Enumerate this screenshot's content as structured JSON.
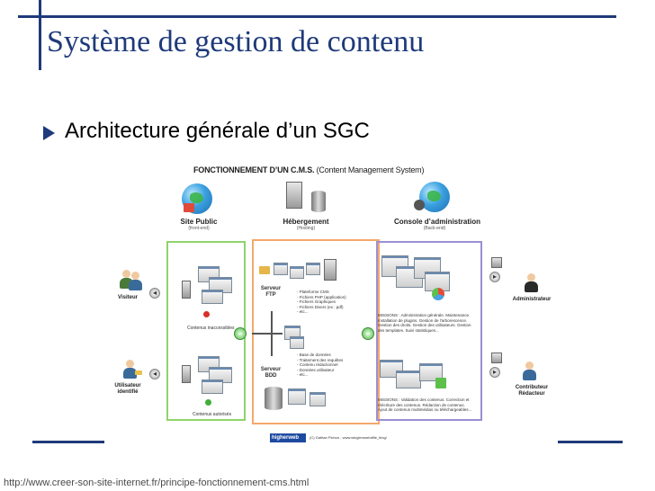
{
  "slide": {
    "title": "Système de gestion de contenu",
    "bullet": "Architecture générale d’un SGC",
    "url": "http://www.creer-son-site-internet.fr/principe-fonctionnement-cms.html"
  },
  "diagram": {
    "title_bold": "FONCTIONNEMENT D’UN C.M.S.",
    "title_light": "(Content Management System)",
    "columns": {
      "public": {
        "label": "Site Public",
        "sub": "(front-end)"
      },
      "hosting": {
        "label": "Hébergement",
        "sub": "(Hosting)"
      },
      "admin": {
        "label": "Console d’administration",
        "sub": "(Back-end)"
      }
    },
    "actors": {
      "visiteur": "Visiteur",
      "utilisateur_1": "Utilisateur",
      "utilisateur_2": "identifié",
      "administrateur": "Administrateur",
      "contributeur_1": "Contributeur",
      "contributeur_2": "Rédacteur"
    },
    "public_notes": {
      "inaccessible": "Contenus inaccessibles",
      "autorises": "Contenus autorisés"
    },
    "ftp": {
      "label_1": "Serveur",
      "label_2": "FTP",
      "items": [
        "- Plateforme CMS",
        "- Fichiers PHP (application)",
        "- Fichiers Graphiques",
        "- Fichiers Divers (ex : pdf)",
        "- etc..."
      ]
    },
    "bdd": {
      "label_1": "Serveur",
      "label_2": "BDD",
      "items": [
        "- Base de données",
        "- Traitement des requêtes",
        "- Contenu rédactionnel",
        "- Données utilisateur",
        "- etc..."
      ]
    },
    "missions_admin": [
      "MISSIONS : Administration générale. Maintenance.",
      "Installation de plugins. Gestion de l'arborescence.",
      "Gestion des droits. Gestion des utilisateurs. Gestion",
      "des templates. Suivi statistiques..."
    ],
    "missions_contrib": [
      "MISSIONS : Validation des contenus. Correction et",
      "réécriture des contenus. Rédaction de contenus.",
      "Ajout de contenus multimédias ou téléchargeables..."
    ],
    "logo": "higherweb",
    "credit": "(C) Gaëtan Pichon - www.winglemoebdfile_blog/",
    "colors": {
      "frame": "#1f3a7a",
      "public": "#8ed46a",
      "hosting": "#f6a86b",
      "admin": "#9c8fd3"
    }
  }
}
